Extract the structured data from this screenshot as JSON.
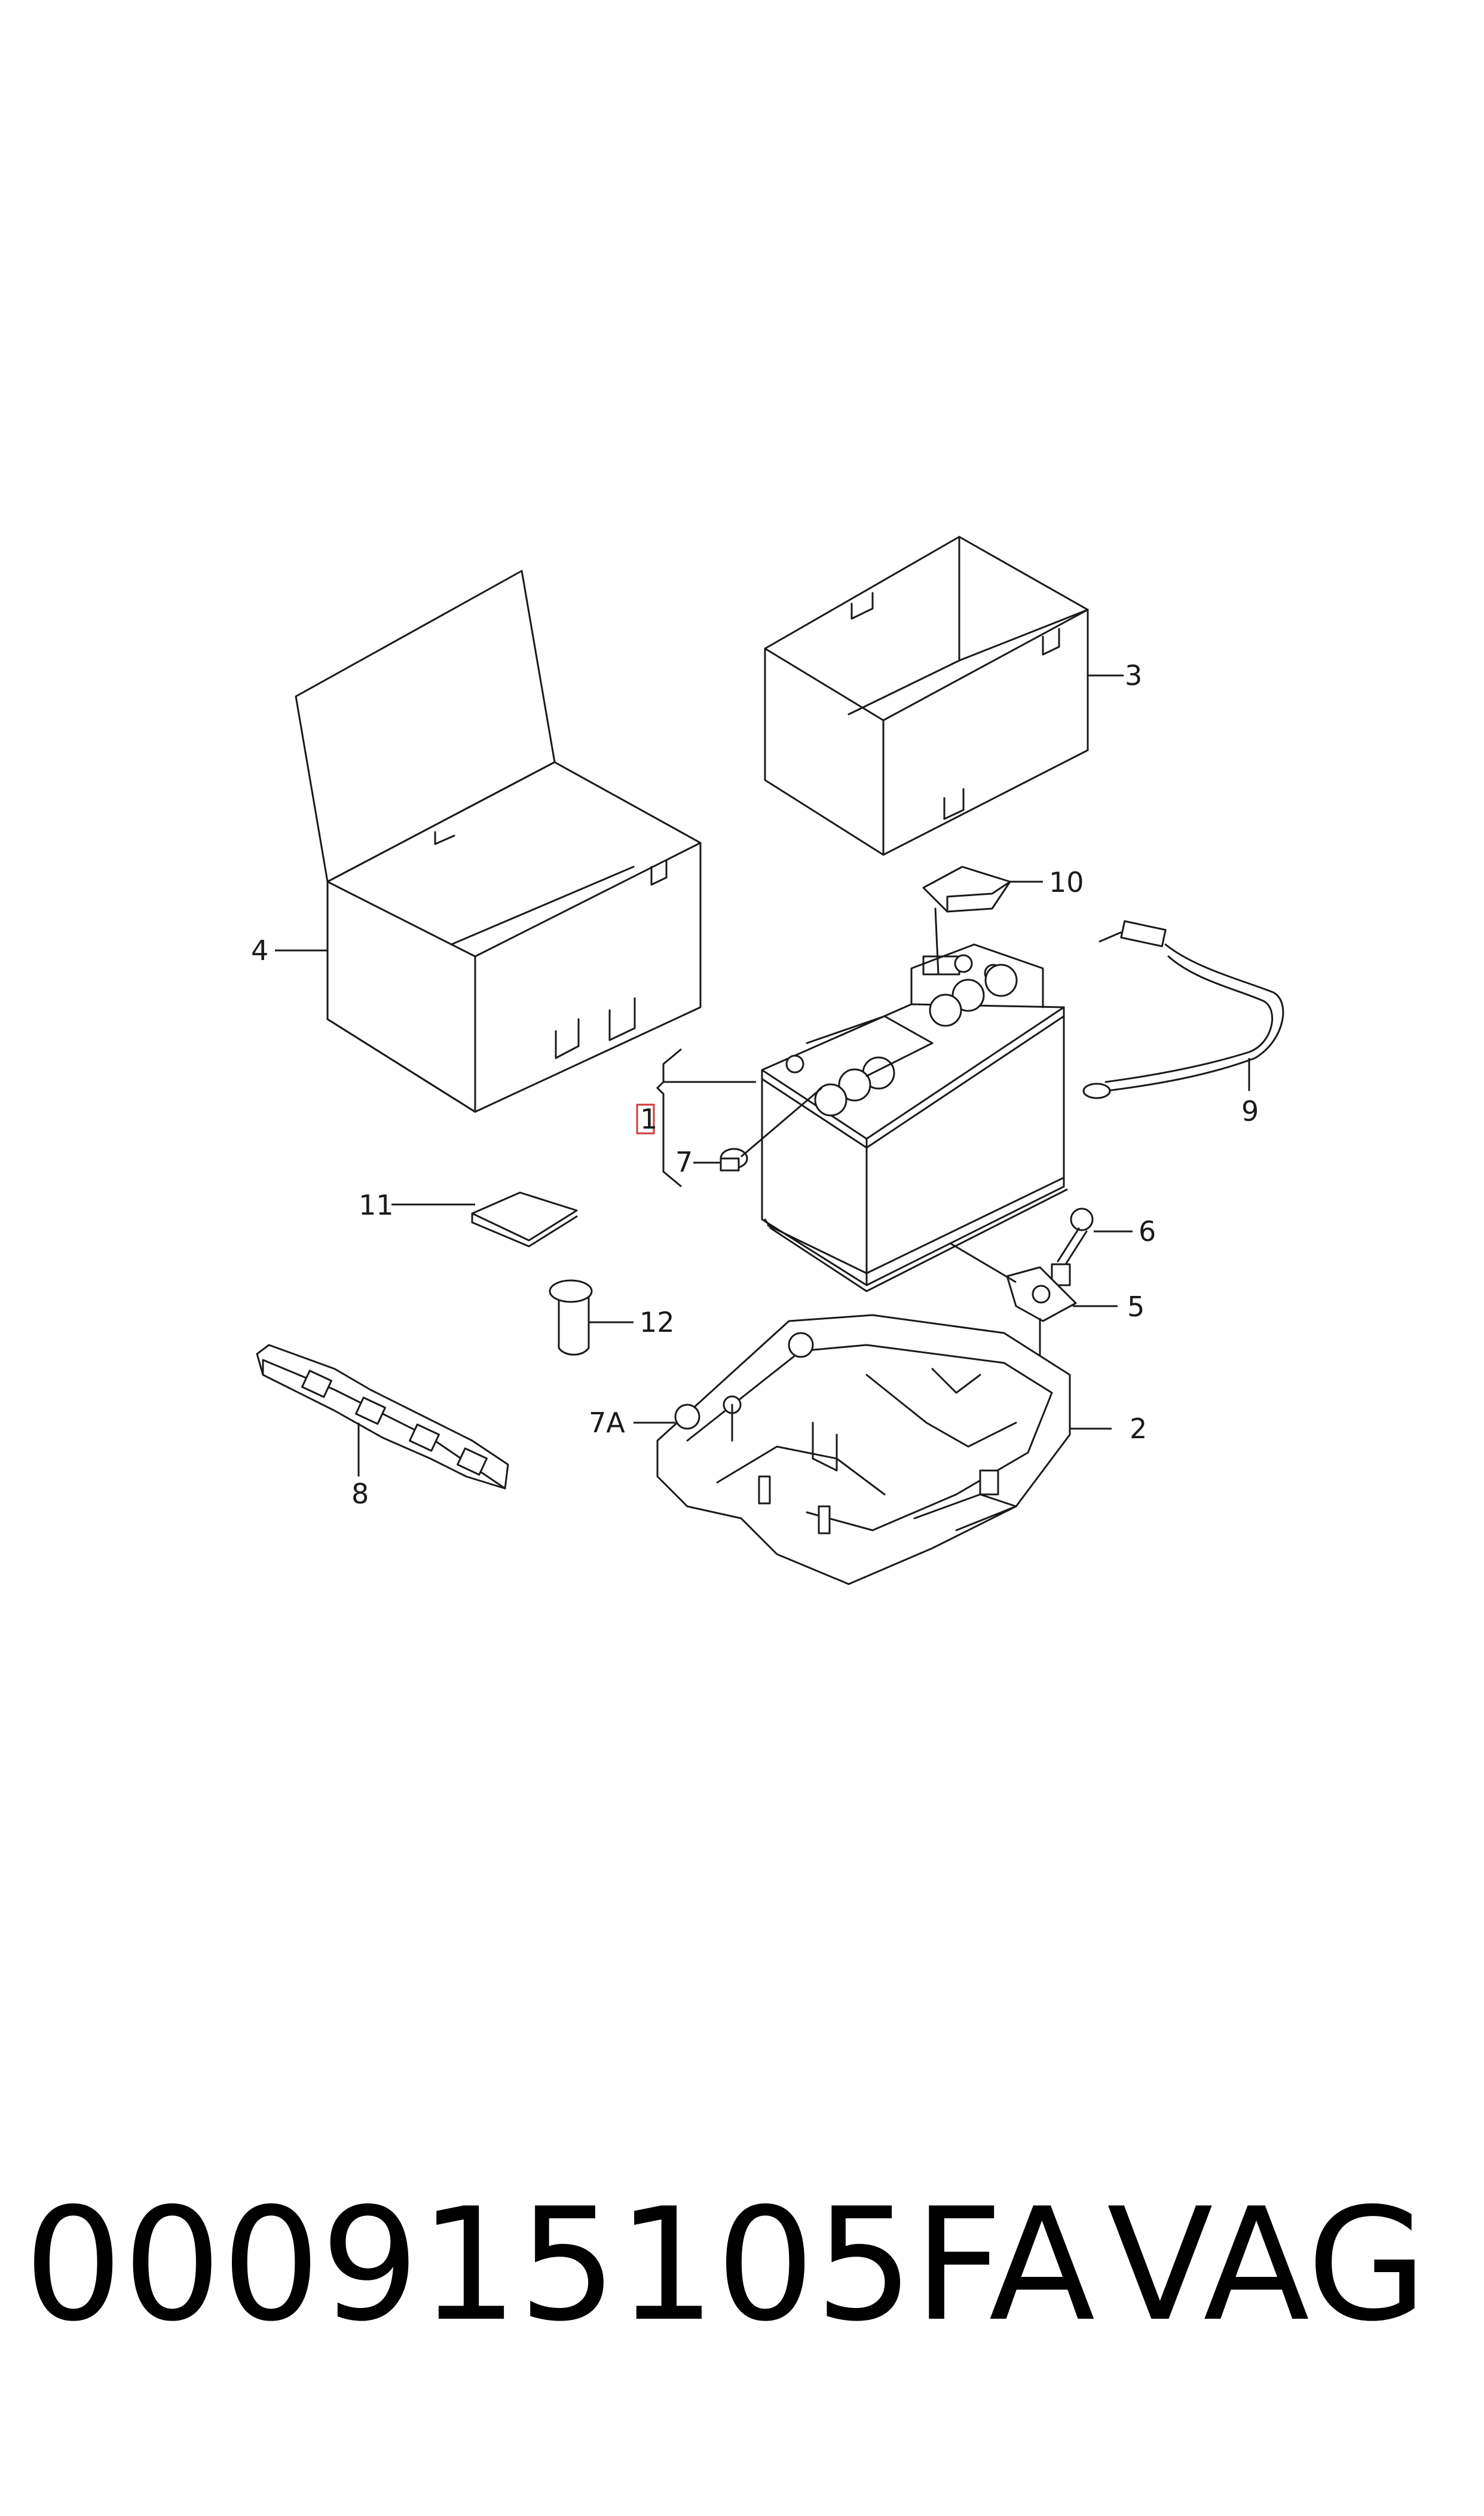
{
  "callouts": {
    "c1": "1",
    "c2": "2",
    "c3": "3",
    "c4": "4",
    "c5": "5",
    "c6": "6",
    "c7": "7",
    "c7a": "7A",
    "c8": "8",
    "c9": "9",
    "c10": "10",
    "c11": "11",
    "c12": "12"
  },
  "highlighted_callout": "1",
  "colors": {
    "line": "#1a1a1a",
    "highlight": "#d23a3a",
    "background": "#ffffff"
  },
  "footer": {
    "part_number": "000915105FA",
    "brand": "VAG"
  }
}
